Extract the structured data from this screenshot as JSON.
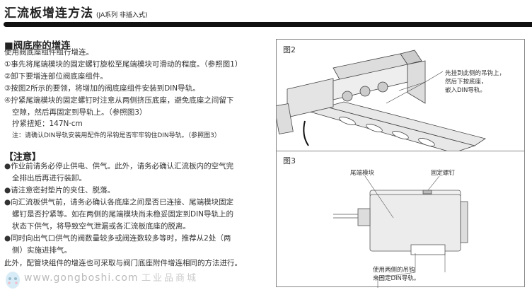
{
  "header": {
    "title": "汇流板增连方法",
    "subtitle": "(JA系列 非插入式)"
  },
  "section": {
    "heading": "■阀底座的增连",
    "lines": [
      "使用阀底座组件组行增连。",
      "①事先将尾端模块的固定螺钉旋松至尾端模块可滑动的程度。（参照图1）",
      "②卸下要增连部位阀底座组件。",
      "③按图2所示的要领，将增加的阀底座组件安装到DIN导轨。",
      "④拧紧尾端模块的固定螺钉时注意从两侧挤压底座，避免底座之间留下",
      "空隙，然后再固定到导轨上。（参照图3）",
      "拧紧扭矩：147N·cm",
      "注：请确认DIN导轨安装用配件的吊钩是否牢牢钩住DIN导轨。（参照图3）"
    ]
  },
  "caution": {
    "heading": "【注意】",
    "lines": [
      "●作业前请务必停止供电、供气。此外，请务必确认汇流板内的空气完",
      "全排出后再进行装卸。",
      "●请注意密封垫片的夹住、脱落。",
      "●向汇流板供气前，请务必确认各底座之间是否已连接、尾端模块固定",
      "螺钉是否拧紧等。如在两侧的尾端模块尚未稳妥固定到DIN导轨上的",
      "状态下供气，将导致空气泄漏或各汇流板底座的脱离。",
      "●同时向出气口供气的阀数量较多或阀连数较多等时，推荐从2处（两",
      "侧）实施进排气。"
    ],
    "footer": "此外，配管块组件的增连也可采取与阀门底座附件增连相同的方法进行。"
  },
  "watermark": {
    "text": "工业品商城",
    "url": "www.gongboshi.com"
  },
  "fig2": {
    "label": "图2",
    "callout": [
      "先挂到此侧的吊钩上，",
      "然后下按底座，",
      "嵌入DIN导轨。"
    ]
  },
  "fig3": {
    "label": "图3",
    "end_module": "尾端模块",
    "screw": "固定螺钉",
    "hooks": [
      "使用两侧的吊钩",
      "来固定DIN导轨。"
    ]
  }
}
